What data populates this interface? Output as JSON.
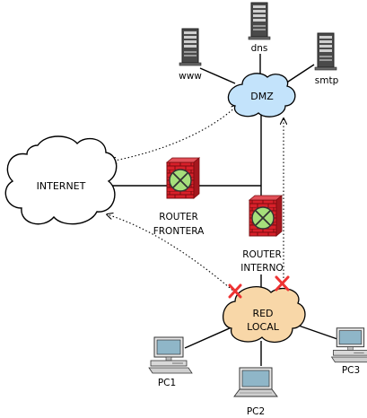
{
  "nodes": {
    "internet": "INTERNET",
    "dmz": "DMZ",
    "red_local_line1": "RED",
    "red_local_line2": "LOCAL",
    "router_frontera_line1": "ROUTER",
    "router_frontera_line2": "FRONTERA",
    "router_interno_line1": "ROUTER",
    "router_interno_line2": "INTERNO"
  },
  "servers": {
    "www": "www",
    "dns": "dns",
    "smtp": "smtp"
  },
  "pcs": {
    "pc1": "PC1",
    "pc2": "PC2",
    "pc3": "PC3"
  },
  "colors": {
    "dmz_cloud": "#c3e3fb",
    "local_cloud": "#f8d7a8",
    "internet_cloud": "#ffffff",
    "firewall_brick": "#d8202a",
    "router_green": "#a6df7b",
    "blocked_mark": "#ee3333"
  },
  "icons": {
    "server": "server-tower-icon",
    "pc": "desktop-pc-icon",
    "laptop": "laptop-icon",
    "router": "router-firewall-icon",
    "blocked": "red-x-icon"
  }
}
